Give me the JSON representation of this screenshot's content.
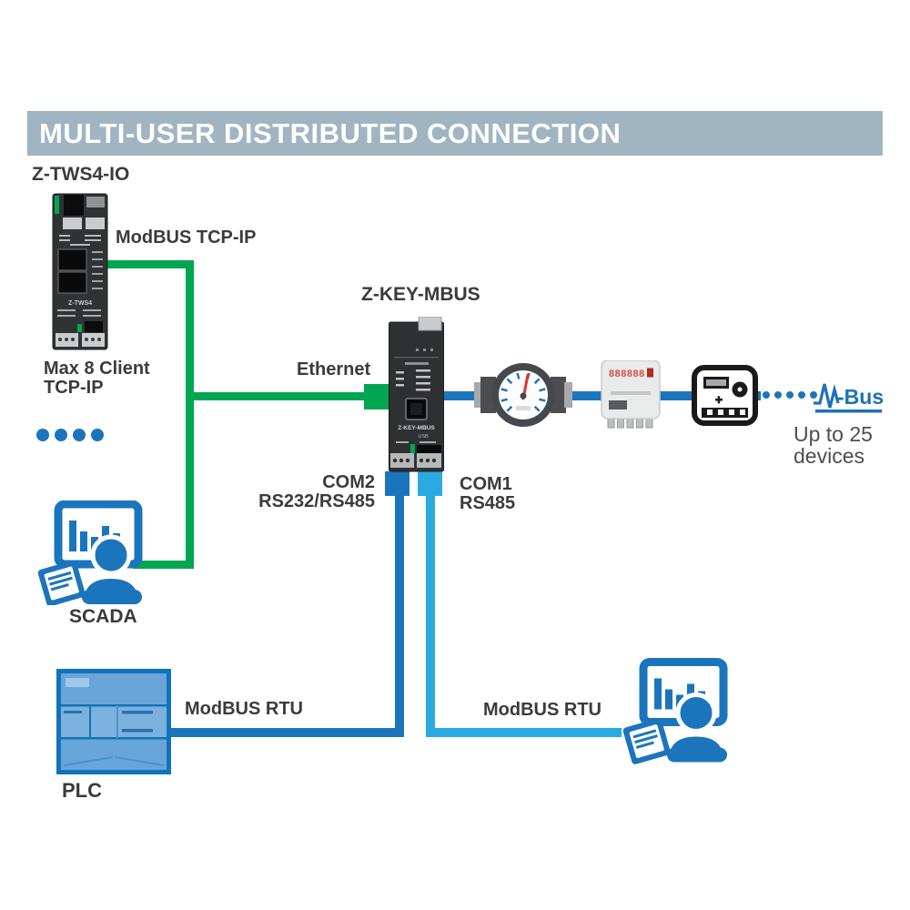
{
  "title": "MULTI-USER DISTRIBUTED CONNECTION",
  "devices": {
    "tws4": {
      "name": "Z-TWS4-IO",
      "caption_line1": "Max 8 Client",
      "caption_line2": "TCP-IP",
      "print": "Z-TWS4"
    },
    "zkey": {
      "name": "Z-KEY-MBUS",
      "print_model": "Z-KEY-MBUS",
      "print_usb": "USB"
    },
    "scada": {
      "name": "SCADA"
    },
    "plc": {
      "name": "PLC"
    },
    "meters": {
      "mbus_logo": "-Bus",
      "caption_line1": "Up to 25",
      "caption_line2": "devices"
    }
  },
  "connections": {
    "modbus_tcp": "ModBUS TCP-IP",
    "ethernet": "Ethernet",
    "com2": "COM2",
    "com2_sub": "RS232/RS485",
    "com1": "COM1",
    "com1_sub": "RS485",
    "modbus_rtu_left": "ModBUS RTU",
    "modbus_rtu_right": "ModBUS RTU"
  },
  "colors": {
    "green": "#00a651",
    "blue": "#1b75bc",
    "light_blue": "#29abe2",
    "title_bg": "#a0b5c1",
    "label": "#3b3b3c",
    "mbus_blue": "#1d71b8",
    "needle_red": "#e8312a"
  }
}
